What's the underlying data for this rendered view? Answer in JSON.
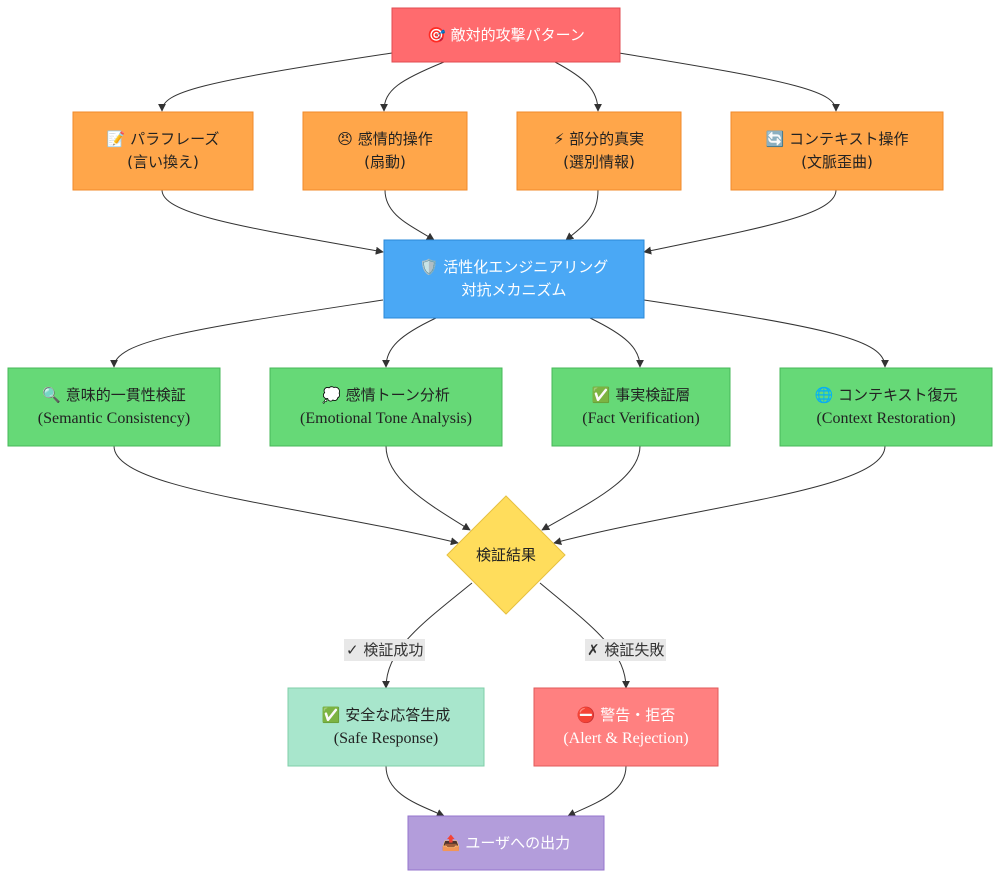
{
  "nodes": {
    "adversarial": {
      "line1": "🎯 敵対的攻撃パターン",
      "fill": "#ff6b6e",
      "stroke": "#e04b50"
    },
    "paraphrase": {
      "line1": "📝 パラフレーズ",
      "line2": "(言い換え)",
      "fill": "#ffa64a",
      "stroke": "#f08a2a"
    },
    "emotional": {
      "line1": "😠 感情的操作",
      "line2": "(扇動)",
      "fill": "#ffa64a",
      "stroke": "#f08a2a"
    },
    "partial_truth": {
      "line1": "⚡ 部分的真実",
      "line2": "(選別情報)",
      "fill": "#ffa64a",
      "stroke": "#f08a2a"
    },
    "context_manip": {
      "line1": "🔄 コンテキスト操作",
      "line2": "(文脈歪曲)",
      "fill": "#ffa64a",
      "stroke": "#f08a2a"
    },
    "activation": {
      "line1": "🛡️ 活性化エンジニアリング",
      "line2": "対抗メカニズム",
      "fill": "#4aa8f5",
      "stroke": "#2a88d8"
    },
    "semantic": {
      "line1": "🔍 意味的一貫性検証",
      "line2": "(Semantic Consistency)",
      "fill": "#66d977",
      "stroke": "#47b858"
    },
    "tone": {
      "line1": "💭 感情トーン分析",
      "line2": "(Emotional Tone Analysis)",
      "fill": "#66d977",
      "stroke": "#47b858"
    },
    "fact": {
      "line1": "✅ 事実検証層",
      "line2": "(Fact Verification)",
      "fill": "#66d977",
      "stroke": "#47b858"
    },
    "restore": {
      "line1": "🌐 コンテキスト復元",
      "line2": "(Context Restoration)",
      "fill": "#66d977",
      "stroke": "#47b858"
    },
    "result": {
      "line1": "検証結果",
      "fill": "#ffdd5c",
      "stroke": "#e6c040"
    },
    "safe": {
      "line1": "✅ 安全な応答生成",
      "line2": "(Safe Response)",
      "fill": "#a8e6cc",
      "stroke": "#7fcfa8"
    },
    "alert": {
      "line1": "⛔ 警告・拒否",
      "line2": "(Alert & Rejection)",
      "fill": "#ff8080",
      "stroke": "#e05a5a"
    },
    "output": {
      "line1": "📤 ユーザへの出力",
      "fill": "#b39ddb",
      "stroke": "#9575cd"
    }
  },
  "edge_labels": {
    "success": "✓ 検証成功",
    "failure": "✗ 検証失敗"
  },
  "colors": {
    "edge": "#333333"
  }
}
